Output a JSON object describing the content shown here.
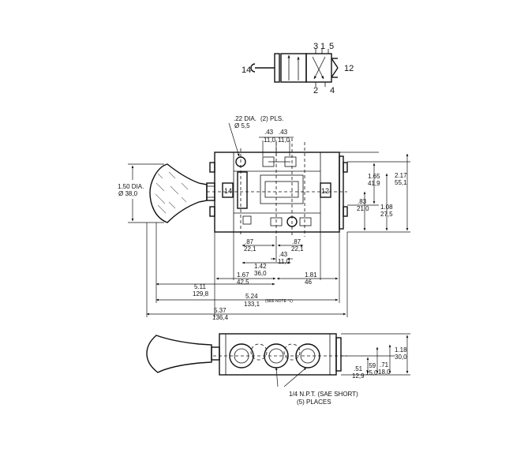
{
  "symbol": {
    "port_14": "14",
    "port_12": "12",
    "port_3": "3",
    "port_1": "1",
    "port_5": "5",
    "port_2": "2",
    "port_4": "4"
  },
  "front_view": {
    "hole_dia_in": ".22 DIA.",
    "hole_count": "(2) PLS.",
    "hole_dia_mm": "Ø 5,5",
    "top_pitch_in_a": ".43",
    "top_pitch_mm_a": "11,0",
    "top_pitch_in_b": ".43",
    "top_pitch_mm_b": "11,0",
    "knob_dia_in": "1.50 DIA.",
    "knob_dia_mm": "Ø 38,0",
    "label_left": "14",
    "label_right": "12",
    "right_1_in": "1.65",
    "right_1_mm": "41,9",
    "right_2_in": "2.17",
    "right_2_mm": "55,1",
    "right_3_in": ".83",
    "right_3_mm": "21,0",
    "right_4_in": "1.08",
    "right_4_mm": "27,5",
    "bot_87a_in": ".87",
    "bot_87a_mm": "22,1",
    "bot_87b_in": ".87",
    "bot_87b_mm": "22,1",
    "bot_43_in": ".43",
    "bot_43_mm": "11,0",
    "bot_142_in": "1.42",
    "bot_142_mm": "36,0",
    "bot_167_in": "1.67",
    "bot_167_mm": "42,5",
    "bot_181_in": "1.81",
    "bot_181_mm": "46",
    "len_511_in": "5.11",
    "len_511_mm": "129,8",
    "len_524_in": "5.24",
    "len_524_mm": "133,1",
    "see_note": "(SEE NOTE *1)",
    "len_537_in": "5.37",
    "len_537_mm": "136,4"
  },
  "bottom_view": {
    "h_118_in": "1.18",
    "h_118_mm": "30,0",
    "h_51_in": ".51",
    "h_51_mm": "12,9",
    "h_59_in": ".59",
    "h_59_mm": "15,0",
    "h_71_in": ".71",
    "h_71_mm": "18,0",
    "port_note_1": "1/4 N.P.T. (SAE SHORT)",
    "port_note_2": "(5) PLACES"
  }
}
